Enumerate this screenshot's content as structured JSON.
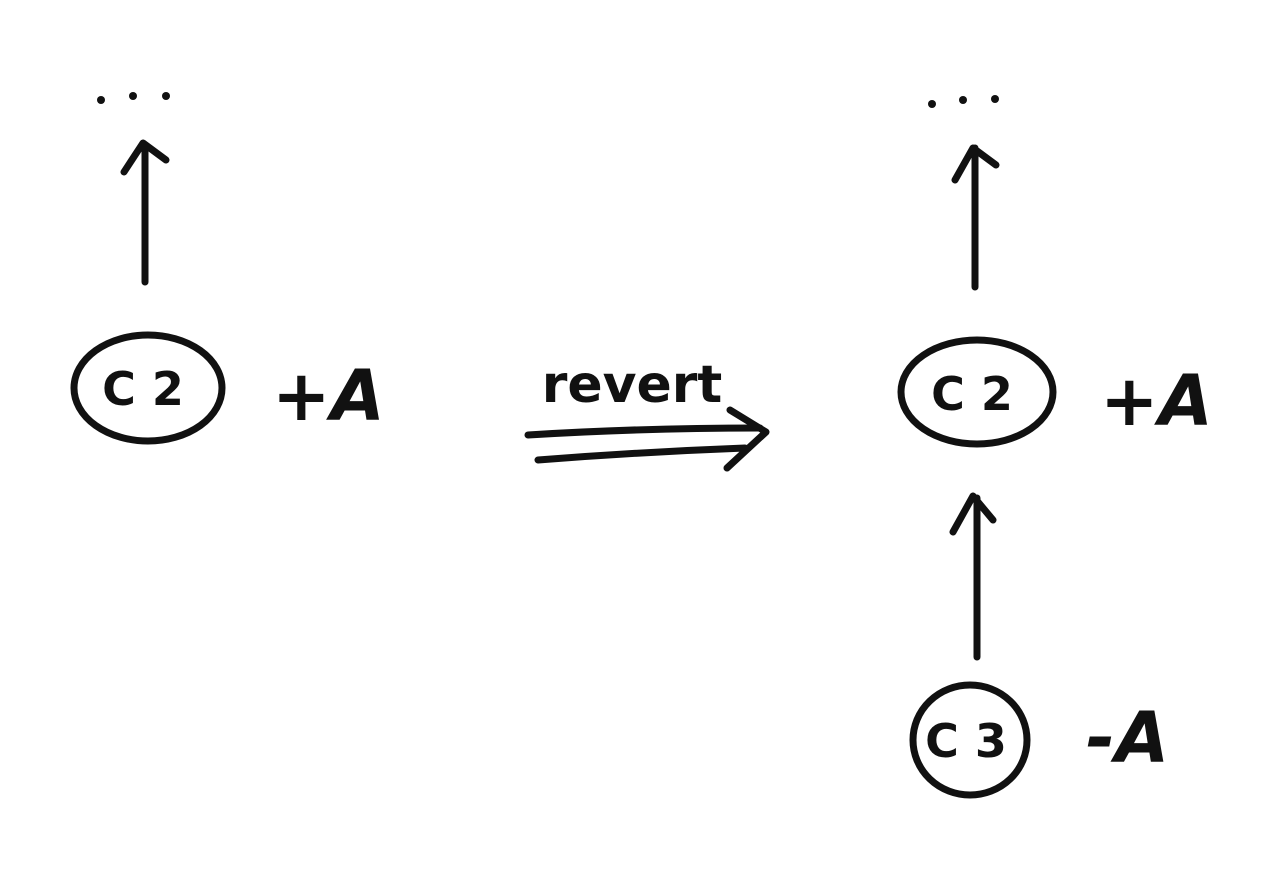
{
  "before": {
    "ellipsis": "...",
    "commit": {
      "label": "C 2",
      "change": "+A"
    }
  },
  "operation": {
    "label": "revert"
  },
  "after": {
    "ellipsis": "...",
    "commits": [
      {
        "label": "C 2",
        "change": "+A"
      },
      {
        "label": "C 3",
        "change": "-A"
      }
    ]
  },
  "colors": {
    "ink": "#111111",
    "paper": "#ffffff"
  }
}
